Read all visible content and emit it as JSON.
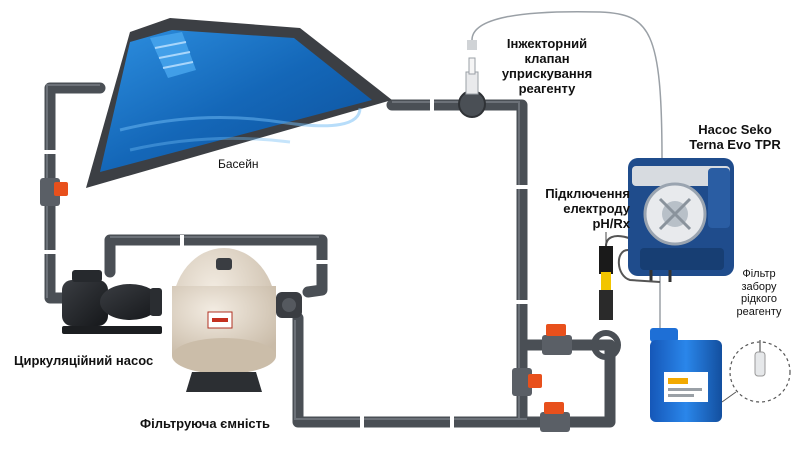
{
  "labels": {
    "pool": "Басейн",
    "injector_line1": "Інжекторний",
    "injector_line2": "клапан",
    "injector_line3": "уприскування",
    "injector_line4": "реагенту",
    "pump_seko_line1": "Насос Seko",
    "pump_seko_line2": "Terna Evo TPR",
    "electrode_line1": "Підключення",
    "electrode_line2": "електроду",
    "electrode_line3": "pH/Rx",
    "suction_line1": "Фільтр",
    "suction_line2": "забору",
    "suction_line3": "рідкого",
    "suction_line4": "реагенту",
    "circulation_pump": "Циркуляційний насос",
    "filter_tank": "Фільтруюча ємність"
  },
  "colors": {
    "pipe": "#4a4f55",
    "pipe_highlight": "#6d737a",
    "valve_handle": "#e8501c",
    "pool_water": "#1a78c8",
    "pool_frame": "#3c3f44",
    "filter_tank": "#e6ddd0",
    "seko_body": "#1f4c8c",
    "canister": "#1e6fd6"
  }
}
